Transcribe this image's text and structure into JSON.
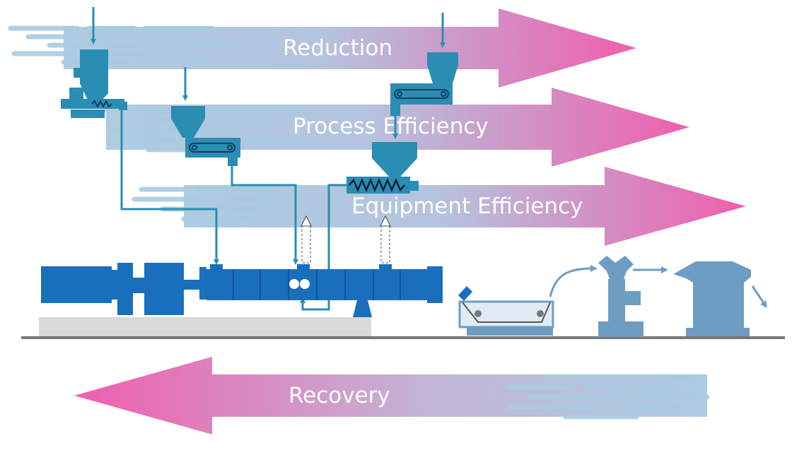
{
  "labels": {
    "reduction": "Reduction",
    "process_efficiency": "Process Efficiency",
    "equipment_efficiency": "Equipment Efficiency",
    "recovery": "Recovery"
  },
  "colors": {
    "arrow_start": "#a9c9e0",
    "arrow_end": "#ef5fad",
    "equipment": "#1a6fbd",
    "feeder": "#2a8db3",
    "line": "#2a8db3",
    "downstream": "#6d9dc3",
    "base": "#d9d9d9",
    "floor": "#777777",
    "stripes": "#aacbe0"
  },
  "icons": [
    "feed-arrow-icon",
    "hopper-icon",
    "belt-feeder-icon",
    "screw-feeder-icon",
    "motor-icon",
    "gearbox-icon",
    "extruder-barrel-icon",
    "vent-arrow-icon",
    "water-bath-icon",
    "pelletizer-icon",
    "silo-icon"
  ]
}
